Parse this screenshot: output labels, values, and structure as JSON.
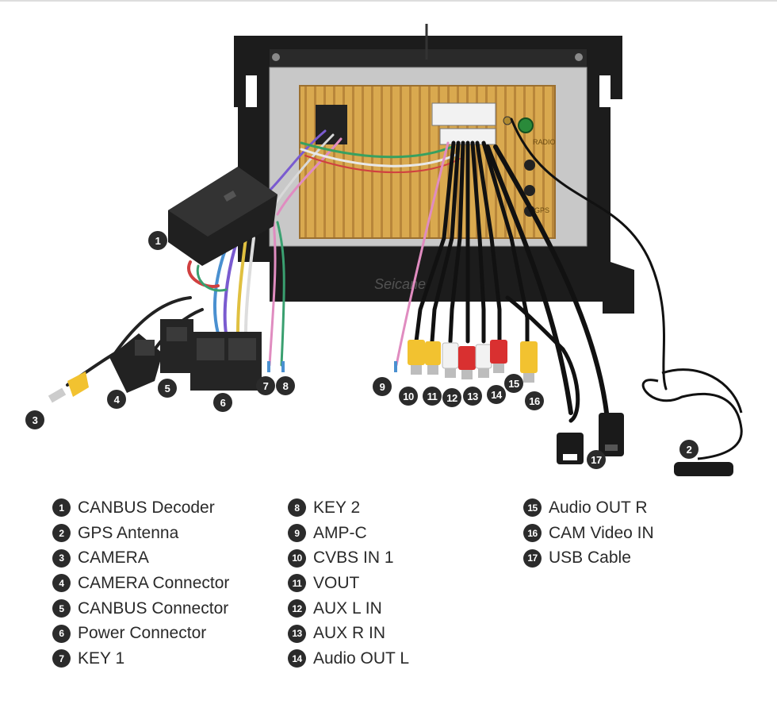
{
  "watermark": "Seicane",
  "panel_labels": {
    "radio": "RADIO",
    "gps": "GPS"
  },
  "callouts": [
    {
      "id": "1",
      "label": "CANBUS Decoder"
    },
    {
      "id": "2",
      "label": "GPS Antenna"
    },
    {
      "id": "3",
      "label": "CAMERA"
    },
    {
      "id": "4",
      "label": "CAMERA Connector"
    },
    {
      "id": "5",
      "label": "CANBUS Connector"
    },
    {
      "id": "6",
      "label": "Power Connector"
    },
    {
      "id": "7",
      "label": "KEY 1"
    },
    {
      "id": "8",
      "label": "KEY 2"
    },
    {
      "id": "9",
      "label": "AMP-C"
    },
    {
      "id": "10",
      "label": "CVBS IN 1"
    },
    {
      "id": "11",
      "label": "VOUT"
    },
    {
      "id": "12",
      "label": "AUX L IN"
    },
    {
      "id": "13",
      "label": "AUX R IN"
    },
    {
      "id": "14",
      "label": "Audio OUT L"
    },
    {
      "id": "15",
      "label": "Audio OUT R"
    },
    {
      "id": "16",
      "label": "CAM Video IN"
    },
    {
      "id": "17",
      "label": "USB Cable"
    }
  ]
}
